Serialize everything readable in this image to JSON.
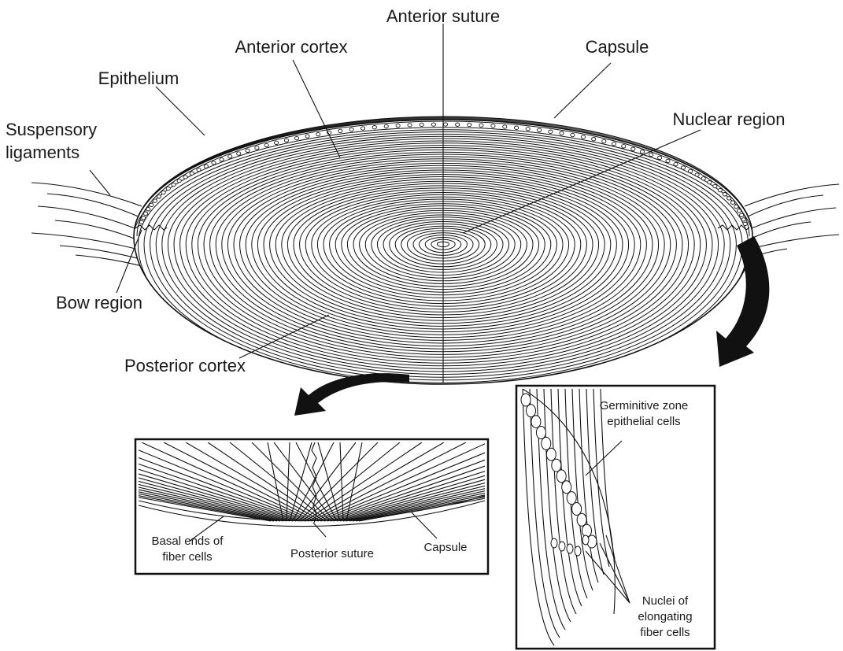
{
  "labels": {
    "anterior_suture": "Anterior suture",
    "anterior_cortex": "Anterior cortex",
    "capsule": "Capsule",
    "epithelium": "Epithelium",
    "nuclear_region": "Nuclear region",
    "suspensory_1": "Suspensory",
    "suspensory_2": "ligaments",
    "bow_region": "Bow region",
    "posterior_cortex": "Posterior cortex"
  },
  "inset_posterior": {
    "basal_1": "Basal ends of",
    "basal_2": "fiber cells",
    "posterior_suture": "Posterior suture",
    "capsule": "Capsule"
  },
  "inset_bow": {
    "germ_1": "Germinitive zone",
    "germ_2": "epithelial cells",
    "nuclei_1": "Nuclei of",
    "nuclei_2": "elongating",
    "nuclei_3": "fiber cells"
  }
}
